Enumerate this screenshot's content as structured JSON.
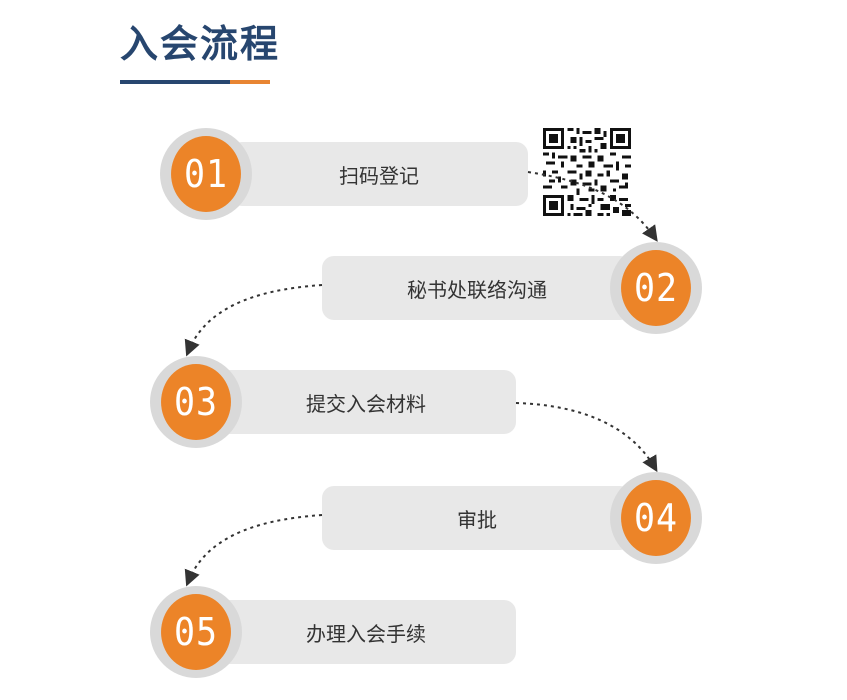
{
  "header": {
    "title": "入会流程"
  },
  "steps": [
    {
      "number": "01",
      "label": "扫码登记"
    },
    {
      "number": "02",
      "label": "秘书处联络沟通"
    },
    {
      "number": "03",
      "label": "提交入会材料"
    },
    {
      "number": "04",
      "label": "审批"
    },
    {
      "number": "05",
      "label": "办理入会手续"
    }
  ],
  "icons": {
    "qr": "qr-code-icon",
    "arrow": "dashed-arrow-icon"
  },
  "colors": {
    "title": "#27466f",
    "accent": "#ec8428",
    "pill": "#e8e8e8",
    "ring": "#d9d9d9"
  }
}
